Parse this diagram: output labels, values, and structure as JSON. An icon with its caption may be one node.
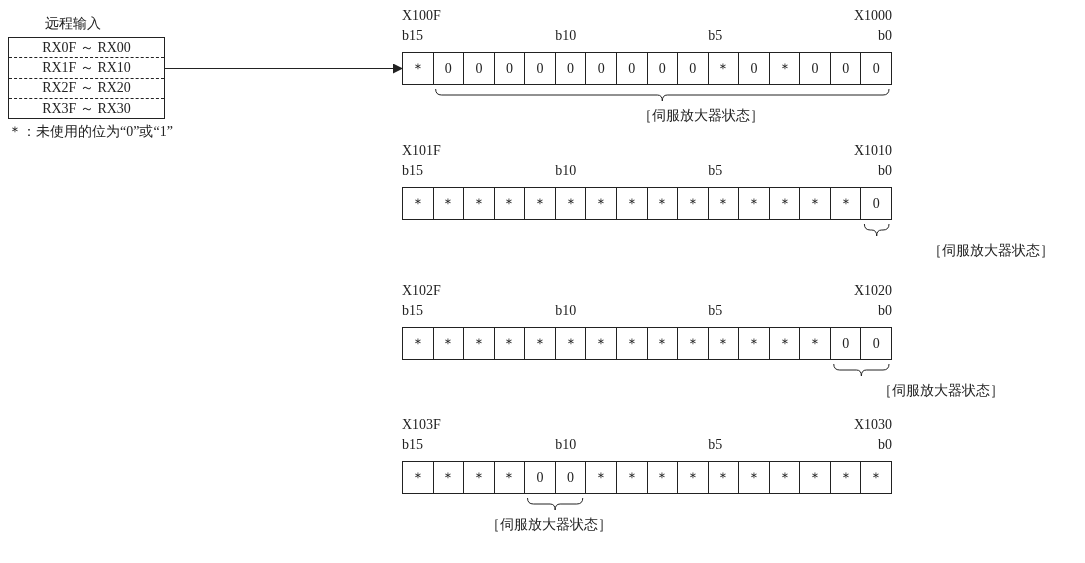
{
  "diagram": {
    "nodes": [
      {
        "text": [
          "远程输入"
        ]
      },
      {
        "text": [
          "RX0F ～ RX00"
        ],
        "in": 0
      },
      {
        "text": [
          "RX1F ～ RX10"
        ],
        "in": 0
      },
      {
        "text": [
          "RX2F ～ RX20"
        ],
        "in": 0
      },
      {
        "text": [
          "RX3F ～ RX30"
        ],
        "in": 0
      },
      {
        "text": [
          "＊",
          "0",
          "0",
          "0",
          "0",
          "0",
          "0",
          "0",
          "0",
          "0",
          "＊",
          "0",
          "＊",
          "0",
          "0",
          "0"
        ],
        "beside": [
          "X100F",
          "X1000",
          "b15",
          "b10",
          "b5",
          "b0",
          "［伺服放大器状态］"
        ]
      },
      {
        "text": [
          "＊",
          "＊",
          "＊",
          "＊",
          "＊",
          "＊",
          "＊",
          "＊",
          "＊",
          "＊",
          "＊",
          "＊",
          "＊",
          "＊",
          "＊",
          "0"
        ],
        "beside": [
          "X101F",
          "X1010",
          "b15",
          "b10",
          "b5",
          "b0",
          "［伺服放大器状态］"
        ]
      },
      {
        "text": [
          "＊",
          "＊",
          "＊",
          "＊",
          "＊",
          "＊",
          "＊",
          "＊",
          "＊",
          "＊",
          "＊",
          "＊",
          "＊",
          "＊",
          "0",
          "0"
        ],
        "beside": [
          "X102F",
          "X1020",
          "b15",
          "b10",
          "b5",
          "b0",
          "［伺服放大器状态］"
        ]
      },
      {
        "text": [
          "＊",
          "＊",
          "＊",
          "＊",
          "0",
          "0",
          "＊",
          "＊",
          "＊",
          "＊",
          "＊",
          "＊",
          "＊",
          "＊",
          "＊",
          "＊"
        ],
        "beside": [
          "X103F",
          "X1030",
          "b15",
          "b10",
          "b5",
          "b0",
          "［伺服放大器状态］"
        ]
      }
    ],
    "edges": [
      {
        "from": 0,
        "to": 5,
        "arrow": "to"
      }
    ],
    "labels": [
      "＊：未使用的位为“0”或“1”"
    ]
  }
}
